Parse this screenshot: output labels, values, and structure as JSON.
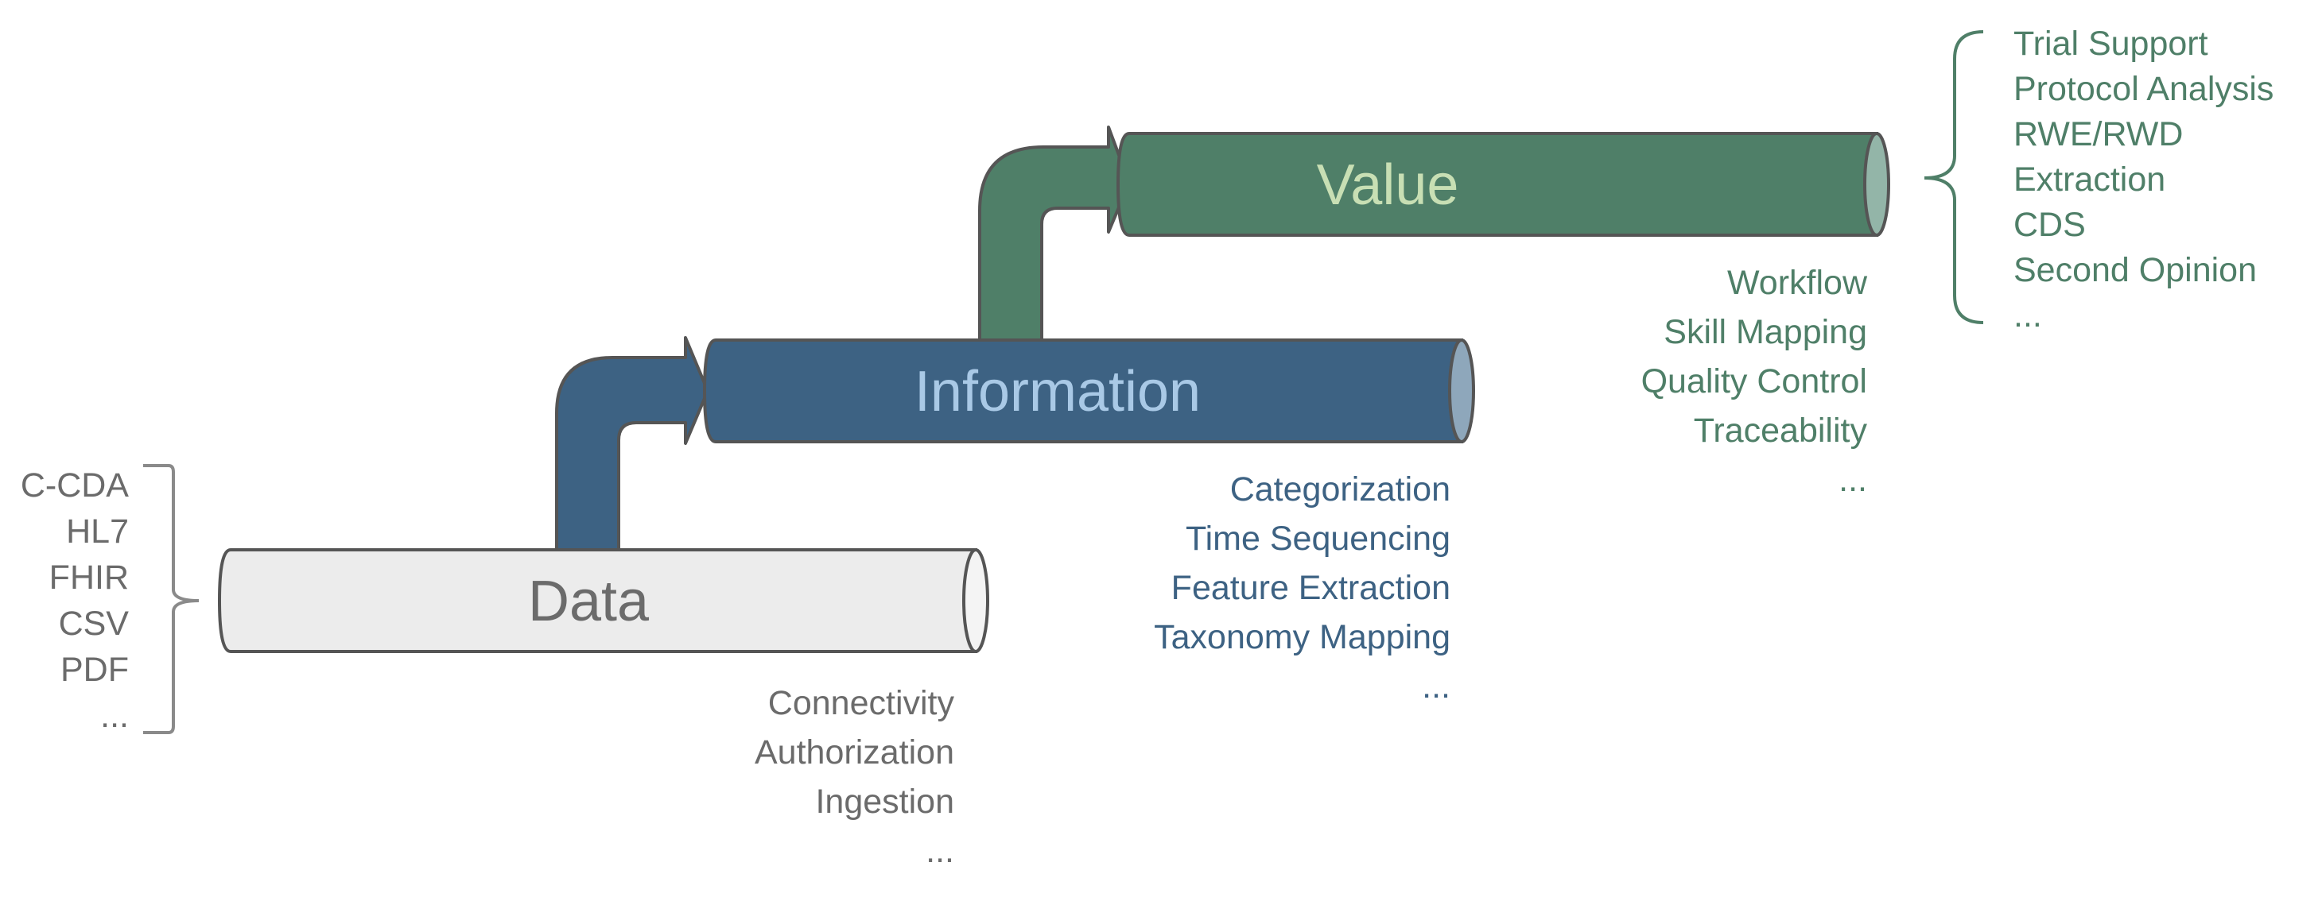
{
  "stages": [
    {
      "name": "Data",
      "label_color": "#6b6b6b",
      "fill": "#ececec",
      "tasks": [
        "Connectivity",
        "Authorization",
        "Ingestion",
        "..."
      ],
      "task_color": "#6b6b6b"
    },
    {
      "name": "Information",
      "label_color": "#a9c9e6",
      "fill": "#3d6283",
      "tasks": [
        "Categorization",
        "Time Sequencing",
        "Feature Extraction",
        "Taxonomy Mapping",
        "..."
      ],
      "task_color": "#3d6283"
    },
    {
      "name": "Value",
      "label_color": "#c8dfb4",
      "fill": "#4f7f68",
      "tasks": [
        "Workflow",
        "Skill Mapping",
        "Quality Control",
        "Traceability",
        "..."
      ],
      "task_color": "#4f7f68"
    }
  ],
  "inputs": {
    "items": [
      "C-CDA",
      "HL7",
      "FHIR",
      "CSV",
      "PDF",
      "..."
    ],
    "color": "#6b6b6b"
  },
  "outputs": {
    "items": [
      "Trial Support",
      "Protocol Analysis",
      "RWE/RWD",
      "Extraction",
      "CDS",
      "Second Opinion",
      "..."
    ],
    "color": "#4f7f68"
  }
}
